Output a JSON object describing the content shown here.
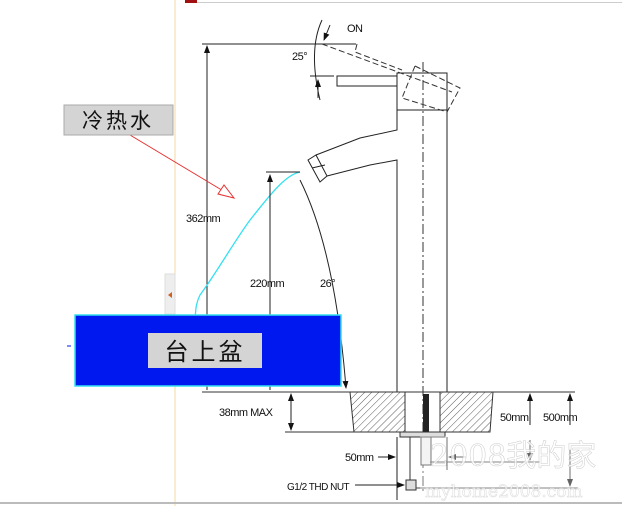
{
  "labels": {
    "hot_cold_water": "冷热水",
    "countertop_basin": "台上盆"
  },
  "dimensions": {
    "on": "ON",
    "handle_angle": "25°",
    "total_height": "362mm",
    "spout_height": "220mm",
    "spout_angle": "26°",
    "deck_thickness": "38mm MAX",
    "pipe_width": "50mm",
    "shank_length": "50mm",
    "hose_length": "500mm",
    "nut": "G1/2 THD NUT"
  },
  "watermark": {
    "line1": "2008我的家",
    "line2": "myhome2008.com"
  },
  "colors": {
    "basin": "#0018f0",
    "basin_border": "#33e0f0",
    "water": "#35e0f0",
    "arrow": "#e83030",
    "label_bg": "#d4d4d4"
  }
}
